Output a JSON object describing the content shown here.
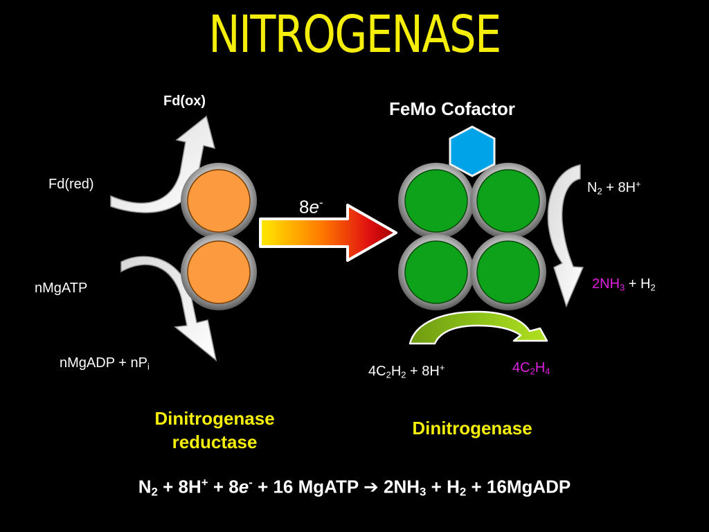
{
  "title": "NITROGENASE",
  "colors": {
    "title_yellow": "#f5ee0a",
    "orange_subunit": "#fb9a3e",
    "green_subunit": "#0ea11a",
    "cofactor_hex": "#00a3e8",
    "product_magenta": "#e020e0",
    "gray_arrow": "#c8c8c8"
  },
  "reductase": {
    "fd_ox": "Fd(ox)",
    "fd_red": "Fd(red)",
    "atp": "nMgATP",
    "adp_prefix": "nMgADP + nP",
    "adp_sub": "i",
    "name_line1": "Dinitrogenase",
    "name_line2": "reductase"
  },
  "electron_transfer": {
    "coefficient": "8",
    "symbol": "e",
    "charge": "-"
  },
  "dinitrogenase": {
    "cofactor_label": "FeMo Cofactor",
    "name": "Dinitrogenase",
    "substrate": {
      "p1": "N",
      "s1": "2",
      "p2": " + 8H",
      "sup1": "+"
    },
    "product": {
      "p1": "2NH",
      "s1": "3",
      "p2": " + H",
      "s2": "2"
    },
    "acetylene": {
      "p1": "4C",
      "s1": "2",
      "p2": "H",
      "s2": "2",
      "p3": " + 8H",
      "sup1": "+"
    },
    "ethylene": {
      "p1": "4C",
      "s1": "2",
      "p2": "H",
      "s2": "4"
    }
  },
  "equation": {
    "p1": "N",
    "s1": "2",
    "p2": " + 8H",
    "sup1": "+",
    "p3": " + 8",
    "e": "e",
    "sup2": "-",
    "p4": " + 16 MgATP ",
    "arrow": "➔",
    "p5": " 2NH",
    "s2": "3",
    "p6": " + H",
    "s3": "2",
    "p7": " + 16MgADP"
  }
}
